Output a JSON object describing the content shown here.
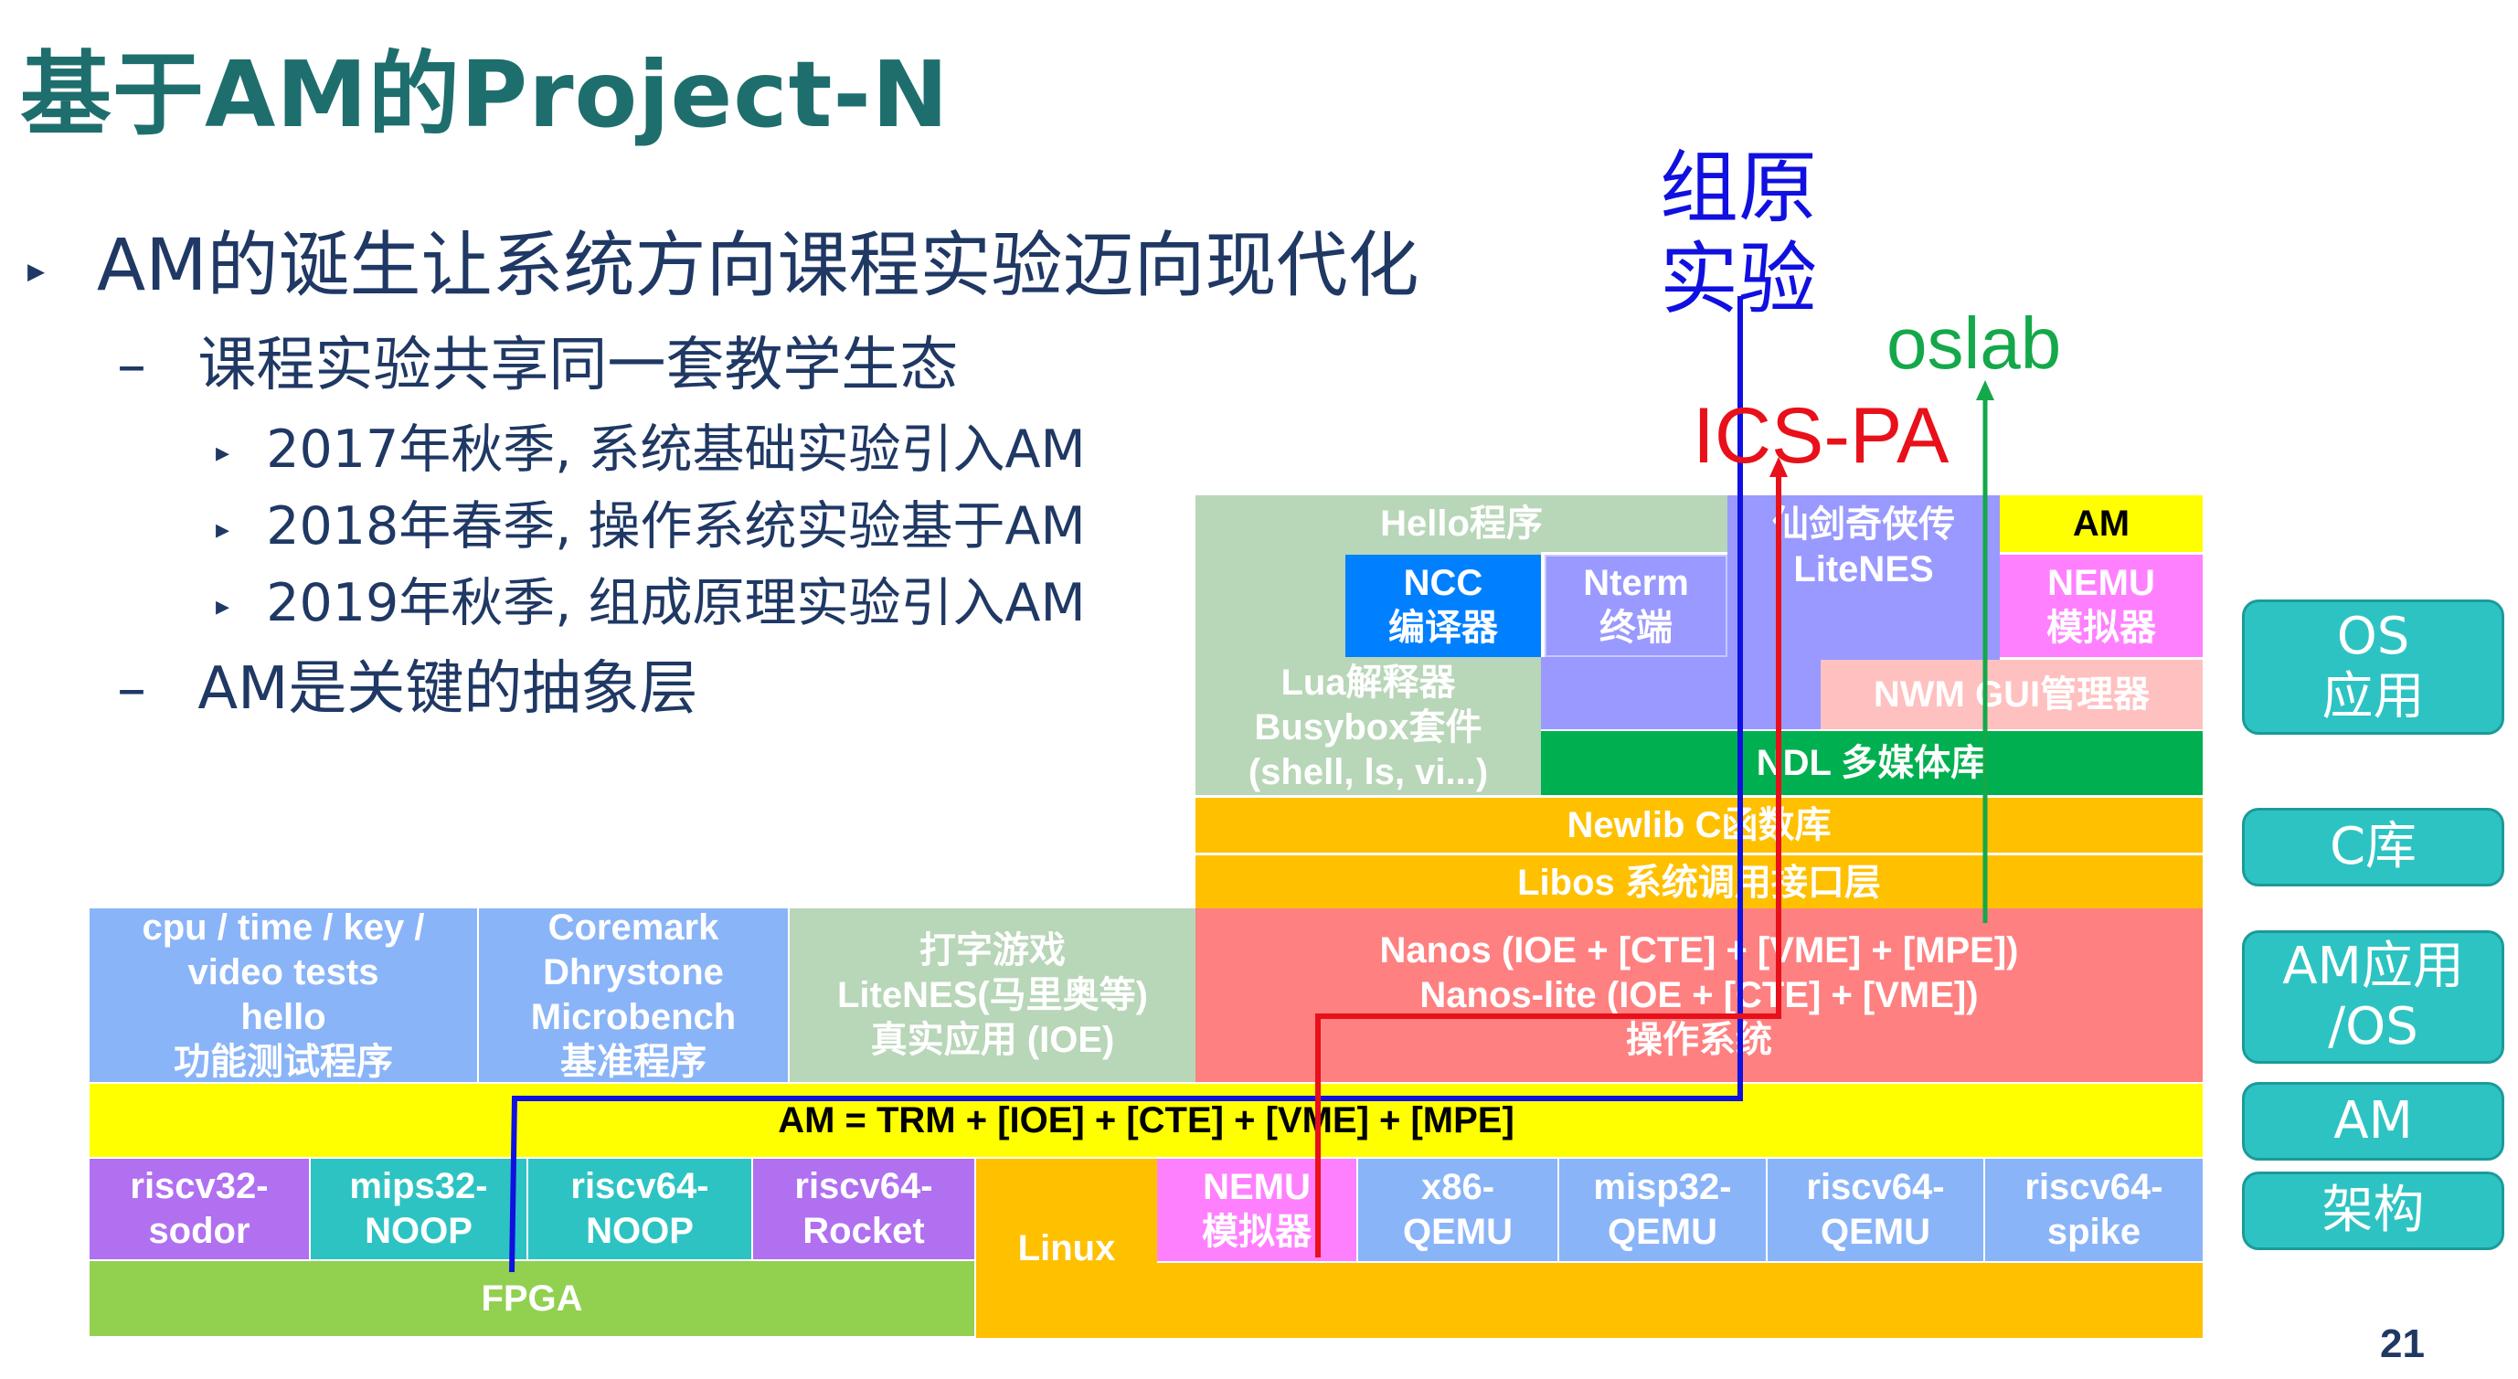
{
  "title": "基于AM的Project-N",
  "bullets": {
    "l1": "AM的诞生让系统方向课程实验迈向现代化",
    "l2a": "课程实验共享同一套教学生态",
    "l3a": "2017年秋季, 系统基础实验引入AM",
    "l3b": "2018年春季, 操作系统实验基于AM",
    "l3c": "2019年秋季, 组成原理实验引入AM",
    "l2b": "AM是关键的抽象层",
    "marker1": "▸",
    "marker2": "–",
    "marker3": "▸"
  },
  "labels": {
    "zuyuan1": "组原",
    "zuyuan2": "实验",
    "oslab": "oslab",
    "icspa": "ICS-PA"
  },
  "stack": {
    "hello": "Hello程序",
    "pal1": "仙剑奇侠传",
    "pal2": "LiteNES",
    "am_top": "AM",
    "ncc1": "NCC",
    "ncc2": "编译器",
    "nterm1": "Nterm",
    "nterm2": "终端",
    "nemu_top1": "NEMU",
    "nemu_top2": "模拟器",
    "lua1": "Lua解释器",
    "lua2": "Busybox套件",
    "lua3": "(shell, ls, vi...)",
    "nwm": "NWM GUI管理器",
    "ndl": "NDL 多媒体库",
    "newlib": "Newlib C函数库",
    "libos": "Libos 系统调用接口层",
    "tests1": "cpu / time / key /",
    "tests2": "video tests",
    "tests3": "hello",
    "tests4": "功能测试程序",
    "bench1": "Coremark",
    "bench2": "Dhrystone",
    "bench3": "Microbench",
    "bench4": "基准程序",
    "games1": "打字游戏",
    "games2": "LiteNES(马里奥等)",
    "games3": "真实应用 (IOE)",
    "nanos1": "Nanos (IOE + [CTE] + [VME] + [MPE])",
    "nanos2": "Nanos-lite (IOE + [CTE] + [VME])",
    "nanos3": "操作系统",
    "am_bar": "AM = TRM + [IOE] + [CTE] + [VME] + [MPE]",
    "rv32_1": "riscv32-",
    "rv32_2": "sodor",
    "mips_1": "mips32-",
    "mips_2": "NOOP",
    "rv64n_1": "riscv64-",
    "rv64n_2": "NOOP",
    "rv64r_1": "riscv64-",
    "rv64r_2": "Rocket",
    "linux": "Linux",
    "nemu_b1": "NEMU",
    "nemu_b2": "模拟器",
    "x86_1": "x86-",
    "x86_2": "QEMU",
    "misp_1": "misp32-",
    "misp_2": "QEMU",
    "rv64q_1": "riscv64-",
    "rv64q_2": "QEMU",
    "spike_1": "riscv64-",
    "spike_2": "spike",
    "fpga": "FPGA"
  },
  "side": {
    "os1": "OS",
    "os2": "应用",
    "clib": "C库",
    "amapp1": "AM应用",
    "amapp2": "/OS",
    "am": "AM",
    "arch": "架构"
  },
  "page_number": "21",
  "colors": {
    "title": "#1f6e6e",
    "text": "#1f3864",
    "blue_path": "#1010e0",
    "red_path": "#e8101a",
    "green_path": "#14a84a",
    "side_box": "#2ec3c3"
  }
}
